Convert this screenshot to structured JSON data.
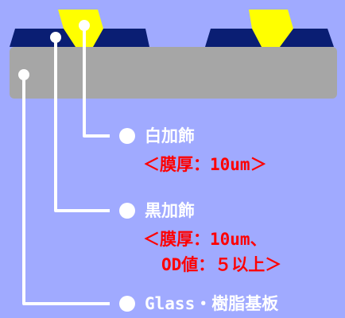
{
  "colors": {
    "background": "#a0aaff",
    "glass": "#a6a6a6",
    "black_deco": "#0a1e73",
    "white_deco": "#ffff00",
    "leader": "#ffffff",
    "spec_text": "#ff0000",
    "name_text": "#ffffff"
  },
  "labels": {
    "white_deco": {
      "name": "白加飾",
      "spec": "＜膜厚：10um＞"
    },
    "black_deco": {
      "name": "黒加飾",
      "spec_line1": "＜膜厚：10um、",
      "spec_line2": "OD値：５以上＞"
    },
    "substrate": {
      "name": "Glass・樹脂基板"
    }
  }
}
